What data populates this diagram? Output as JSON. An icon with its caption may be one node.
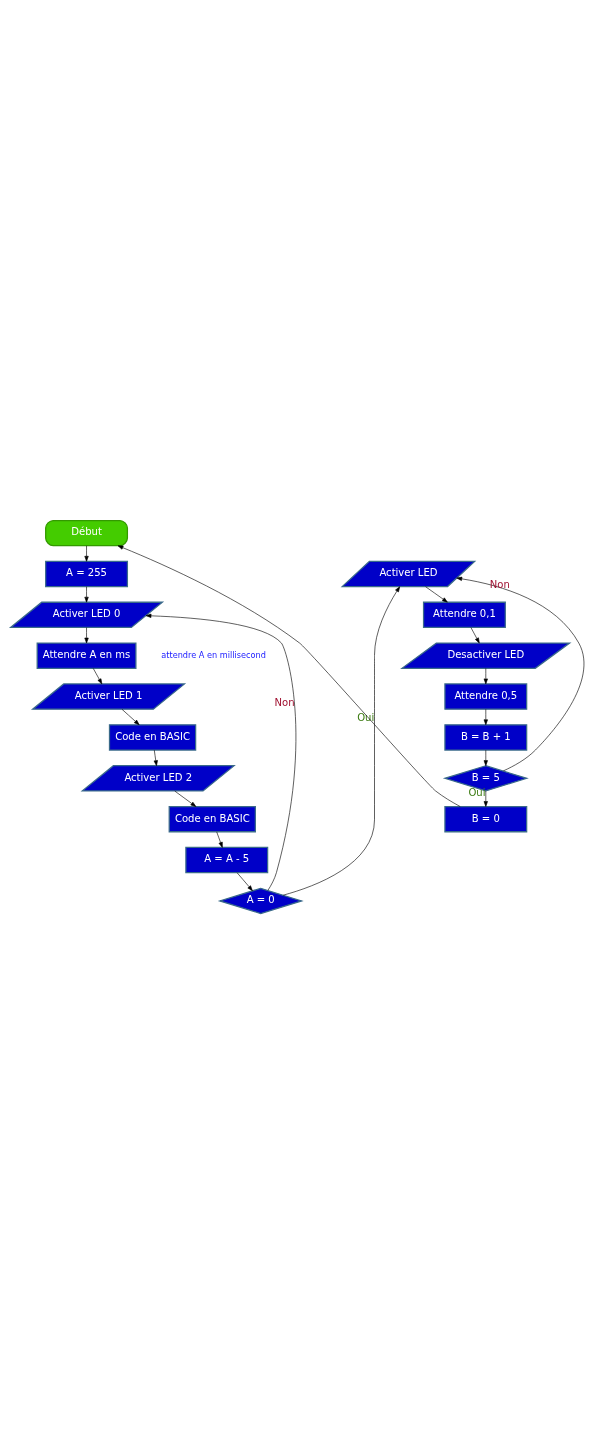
{
  "diagram": {
    "nodes": [
      {
        "text": [
          "Début"
        ]
      },
      {
        "text": [
          "A = 255"
        ]
      },
      {
        "text": [
          "Activer LED 0"
        ]
      },
      {
        "text": [
          "Attendre A en ms"
        ],
        "beside": [
          "attendre A en millisecond"
        ]
      },
      {
        "text": [
          "Activer LED 1"
        ]
      },
      {
        "text": [
          "Code en BASIC"
        ]
      },
      {
        "text": [
          "Activer LED 2"
        ]
      },
      {
        "text": [
          "Code en BASIC"
        ]
      },
      {
        "text": [
          "A = A - 5"
        ]
      },
      {
        "text": [
          "A = 0"
        ]
      },
      {
        "text": [
          "Activer LED"
        ]
      },
      {
        "text": [
          "Attendre 0,1"
        ]
      },
      {
        "text": [
          "Desactiver LED"
        ]
      },
      {
        "text": [
          "Attendre 0,5"
        ]
      },
      {
        "text": [
          "B = B + 1"
        ]
      },
      {
        "text": [
          "B = 5"
        ]
      },
      {
        "text": [
          "B = 0"
        ]
      }
    ],
    "edges": [
      {
        "from": 0,
        "to": 1,
        "arrow": "to"
      },
      {
        "from": 1,
        "to": 2,
        "arrow": "to"
      },
      {
        "from": 2,
        "to": 3,
        "arrow": "to"
      },
      {
        "from": 3,
        "to": 4,
        "arrow": "to"
      },
      {
        "from": 4,
        "to": 5,
        "arrow": "to"
      },
      {
        "from": 5,
        "to": 6,
        "arrow": "to"
      },
      {
        "from": 6,
        "to": 7,
        "arrow": "to"
      },
      {
        "from": 7,
        "to": 8,
        "arrow": "to"
      },
      {
        "from": 8,
        "to": 9,
        "arrow": "to"
      },
      {
        "from": 9,
        "to": 2,
        "arrow": "to",
        "label": "Non"
      },
      {
        "from": 9,
        "to": 10,
        "arrow": "to",
        "label": "Oui"
      },
      {
        "from": 10,
        "to": 11,
        "arrow": "to"
      },
      {
        "from": 11,
        "to": 12,
        "arrow": "to"
      },
      {
        "from": 12,
        "to": 13,
        "arrow": "to"
      },
      {
        "from": 13,
        "to": 14,
        "arrow": "to"
      },
      {
        "from": 14,
        "to": 15,
        "arrow": "to"
      },
      {
        "from": 15,
        "to": 10,
        "arrow": "to",
        "label": "Non"
      },
      {
        "from": 15,
        "to": 16,
        "arrow": "to",
        "label": "Oui"
      },
      {
        "from": 16,
        "to": 0,
        "arrow": "to"
      }
    ]
  }
}
